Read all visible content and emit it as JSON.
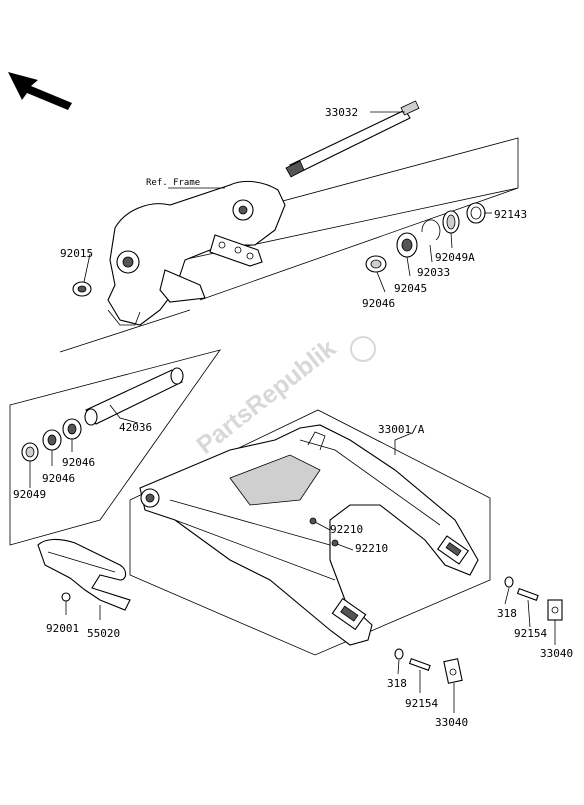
{
  "watermark": "PartsRepublik",
  "ref_frame_label": "Ref. Frame",
  "part_labels": [
    {
      "id": "33032",
      "text": "33032"
    },
    {
      "id": "92015",
      "text": "92015"
    },
    {
      "id": "92143",
      "text": "92143"
    },
    {
      "id": "92049A",
      "text": "92049A"
    },
    {
      "id": "92033",
      "text": "92033"
    },
    {
      "id": "92045",
      "text": "92045"
    },
    {
      "id": "92046-upper",
      "text": "92046"
    },
    {
      "id": "42036",
      "text": "42036"
    },
    {
      "id": "92046-mid",
      "text": "92046"
    },
    {
      "id": "92046-lower",
      "text": "92046"
    },
    {
      "id": "92049",
      "text": "92049"
    },
    {
      "id": "33001A",
      "text": "33001/A"
    },
    {
      "id": "92210-a",
      "text": "92210"
    },
    {
      "id": "92210-b",
      "text": "92210"
    },
    {
      "id": "318-a",
      "text": "318"
    },
    {
      "id": "92154-a",
      "text": "92154"
    },
    {
      "id": "33040-a",
      "text": "33040"
    },
    {
      "id": "92001",
      "text": "92001"
    },
    {
      "id": "55020",
      "text": "55020"
    },
    {
      "id": "318-b",
      "text": "318"
    },
    {
      "id": "92154-b",
      "text": "92154"
    },
    {
      "id": "33040-b",
      "text": "33040"
    }
  ]
}
